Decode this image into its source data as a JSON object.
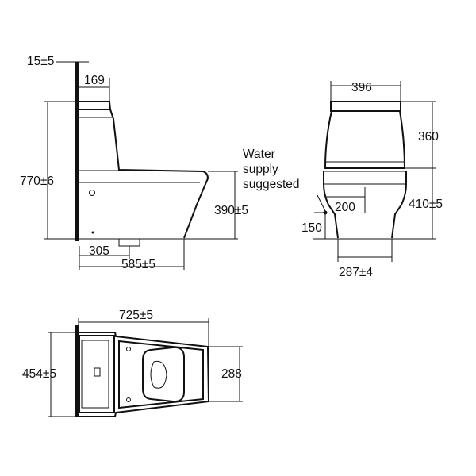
{
  "side_view": {
    "wall_thickness": "15±5",
    "tank_depth": "169",
    "overall_height": "770±6",
    "seat_height": "390±5",
    "outlet_distance": "305",
    "overall_length": "585±5"
  },
  "front_view": {
    "tank_width": "396",
    "tank_height": "360",
    "bowl_height": "410±5",
    "supply_offset": "200",
    "supply_height": "150",
    "base_width": "287±4",
    "note_lines": [
      "Water",
      "supply",
      "suggested"
    ]
  },
  "top_view": {
    "overall_length": "725±5",
    "overall_width": "454±5",
    "bowl_width": "288"
  }
}
